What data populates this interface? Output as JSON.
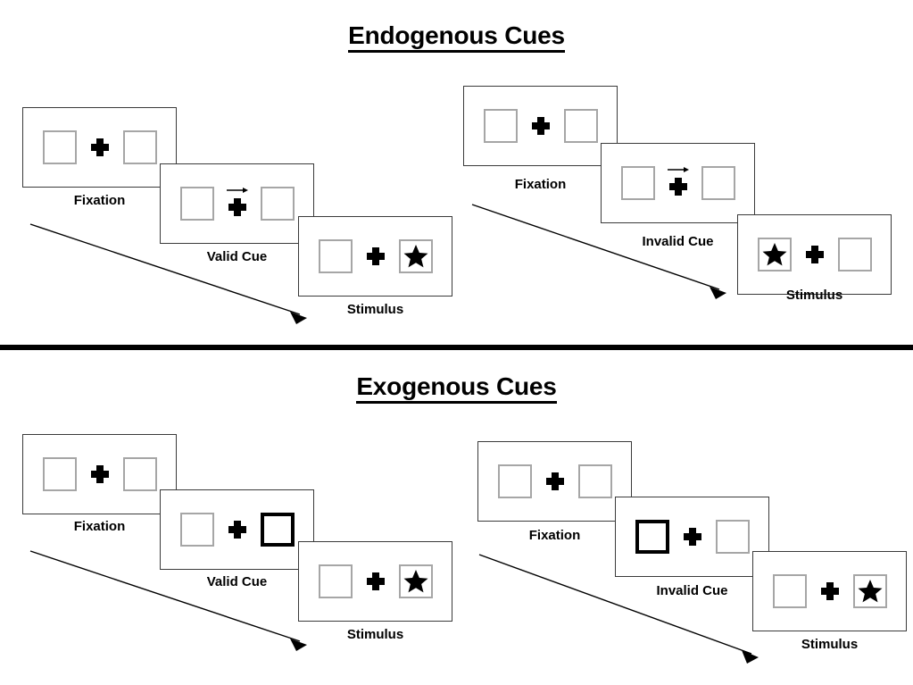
{
  "sections": [
    {
      "title": "Endogenous Cues",
      "groups": [
        {
          "name": "valid-trial",
          "panels": [
            {
              "label": "Fixation",
              "cue": "none",
              "star": "none"
            },
            {
              "label": "Valid Cue",
              "cue": "arrow-right",
              "star": "none"
            },
            {
              "label": "Stimulus",
              "cue": "none",
              "star": "right"
            }
          ]
        },
        {
          "name": "invalid-trial",
          "panels": [
            {
              "label": "Fixation",
              "cue": "none",
              "star": "none"
            },
            {
              "label": "Invalid Cue",
              "cue": "arrow-right",
              "star": "none"
            },
            {
              "label": "Stimulus",
              "cue": "none",
              "star": "left"
            }
          ]
        }
      ]
    },
    {
      "title": "Exogenous Cues",
      "groups": [
        {
          "name": "valid-trial",
          "panels": [
            {
              "label": "Fixation",
              "cue": "none",
              "star": "none"
            },
            {
              "label": "Valid Cue",
              "cue": "highlight-right",
              "star": "none"
            },
            {
              "label": "Stimulus",
              "cue": "none",
              "star": "right"
            }
          ]
        },
        {
          "name": "invalid-trial",
          "panels": [
            {
              "label": "Fixation",
              "cue": "none",
              "star": "none"
            },
            {
              "label": "Invalid Cue",
              "cue": "highlight-left",
              "star": "none"
            },
            {
              "label": "Stimulus",
              "cue": "none",
              "star": "right"
            }
          ]
        }
      ]
    }
  ],
  "colors": {
    "ink": "#000000",
    "panel_border": "#3a3a3a",
    "box_border": "#a6a6a6",
    "background": "#ffffff"
  }
}
